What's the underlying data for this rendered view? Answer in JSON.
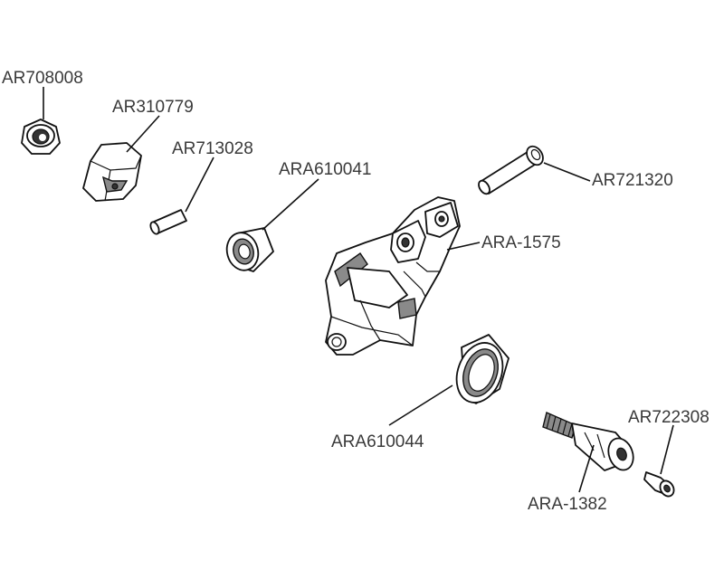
{
  "parts": [
    {
      "key": "nut",
      "label": "AR708008"
    },
    {
      "key": "hex_hub",
      "label": "AR310779"
    },
    {
      "key": "hex_pin",
      "label": "AR713028"
    },
    {
      "key": "bearing_small",
      "label": "ARA610041"
    },
    {
      "key": "hinge_pin",
      "label": "AR721320"
    },
    {
      "key": "carrier",
      "label": "ARA-1575"
    },
    {
      "key": "bearing_large",
      "label": "ARA610044"
    },
    {
      "key": "screw",
      "label": "AR722308"
    },
    {
      "key": "axle",
      "label": "ARA-1382"
    }
  ]
}
